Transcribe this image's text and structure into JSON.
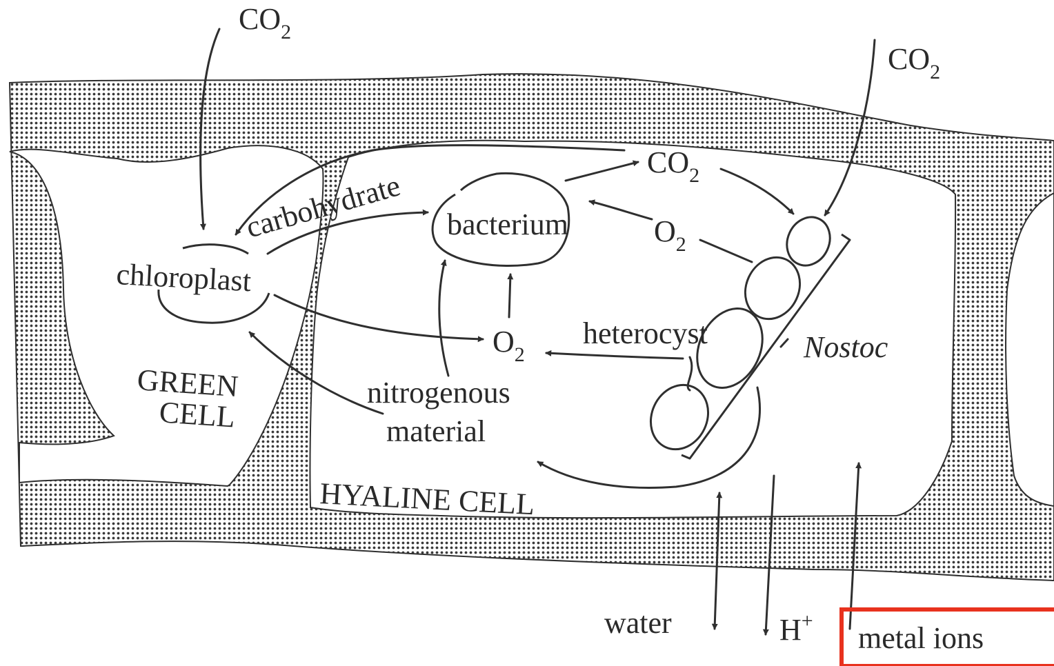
{
  "diagram": {
    "labels": {
      "co2_top_left": "CO",
      "co2_top_left_sub": "2",
      "co2_top_right": "CO",
      "co2_top_right_sub": "2",
      "co2_middle": "CO",
      "co2_middle_sub": "2",
      "o2_right": "O",
      "o2_right_sub": "2",
      "o2_center": "O",
      "o2_center_sub": "2",
      "carbohydrate": "carbohydrate",
      "chloroplast": "chloroplast",
      "bacterium": "bacterium",
      "heterocyst": "heterocyst",
      "nostoc": "Nostoc",
      "nitrogenous_line1": "nitrogenous",
      "nitrogenous_line2": "material",
      "green_cell_line1": "GREEN",
      "green_cell_line2": "CELL",
      "hyaline_cell": "HYALINE CELL",
      "water": "water",
      "h_plus": "H",
      "h_plus_sup": "+",
      "metal_ions": "metal ions"
    },
    "colors": {
      "ink": "#2f2f2f",
      "highlight": "#e8321e",
      "stipple": "#3a3a3a"
    }
  }
}
